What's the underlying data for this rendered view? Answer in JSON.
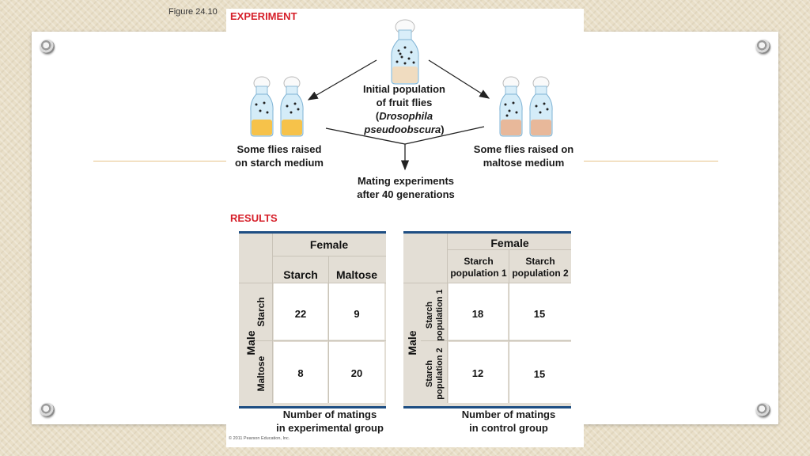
{
  "figure_label": "Figure 24.10",
  "experiment_label": "EXPERIMENT",
  "results_label": "RESULTS",
  "initial_population": {
    "line1": "Initial population",
    "line2": "of fruit flies",
    "paren_open": "(",
    "species_genus": "Drosophila",
    "species_name": "pseudoobscura",
    "paren_close": ")"
  },
  "starch_caption": {
    "line1": "Some flies raised",
    "line2": "on starch medium"
  },
  "maltose_caption": {
    "line1": "Some flies raised on",
    "line2": "maltose medium"
  },
  "mating_caption": {
    "line1": "Mating experiments",
    "line2": "after 40 generations"
  },
  "experimental_table": {
    "female_label": "Female",
    "male_label": "Male",
    "col_headers": [
      "Starch",
      "Maltose"
    ],
    "row_headers": [
      "Starch",
      "Maltose"
    ],
    "values": [
      [
        22,
        9
      ],
      [
        8,
        20
      ]
    ],
    "caption_line1": "Number of matings",
    "caption_line2": "in experimental group"
  },
  "control_table": {
    "female_label": "Female",
    "male_label": "Male",
    "col_headers": [
      {
        "line1": "Starch",
        "line2": "population 1"
      },
      {
        "line1": "Starch",
        "line2": "population 2"
      }
    ],
    "row_headers": [
      {
        "line1": "Starch",
        "line2": "population 1"
      },
      {
        "line1": "Starch",
        "line2": "population 2"
      }
    ],
    "values": [
      [
        18,
        15
      ],
      [
        12,
        15
      ]
    ],
    "caption_line1": "Number of matings",
    "caption_line2": "in control group"
  },
  "copyright": "© 2011 Pearson Education, Inc.",
  "colors": {
    "accent_red": "#d6202a",
    "table_border_blue": "#1e4e83",
    "starch_medium": "#f6c24a",
    "maltose_medium": "#e8b89a",
    "initial_medium": "#f0dcc0",
    "bottle_glass": "#cfe8f6",
    "slide_rule": "#e6c389"
  }
}
